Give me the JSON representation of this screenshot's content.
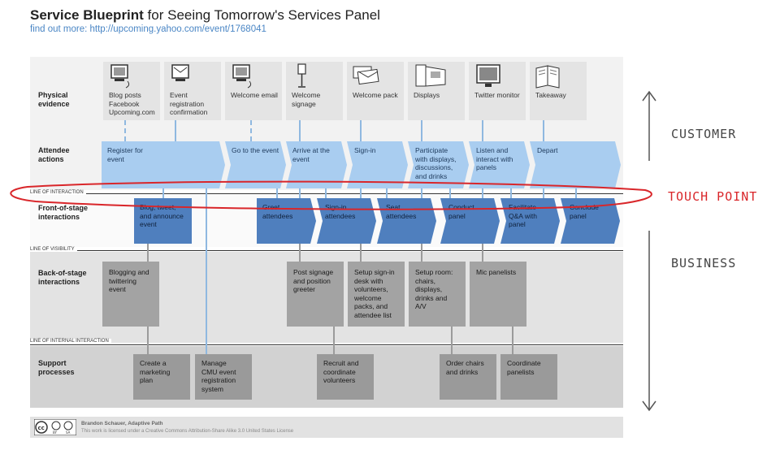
{
  "title_bold": "Service Blueprint",
  "title_rest": " for Seeing Tomorrow's Services Panel",
  "subtitle": "find out more: http://upcoming.yahoo.com/event/1768041",
  "row_labels": {
    "physical": "Physical\nevidence",
    "attendee": "Attendee\nactions",
    "front": "Front-of-stage\ninteractions",
    "back": "Back-of-stage\ninteractions",
    "support": "Support\nprocesses"
  },
  "lines": {
    "interaction": "LINE OF INTERACTION",
    "visibility": "LINE OF VISIBILITY",
    "internal": "LINE OF INTERNAL INTERACTION"
  },
  "physical_evidence": [
    {
      "text": "Blog posts\nFacebook\nUpcoming.com",
      "icon": "computer-icon"
    },
    {
      "text": "Event\nregistration\nconfirmation",
      "icon": "email-icon"
    },
    {
      "text": "Welcome email",
      "icon": "computer-icon"
    },
    {
      "text": "Welcome\nsignage",
      "icon": "signage-icon"
    },
    {
      "text": "Welcome pack",
      "icon": "envelopes-icon"
    },
    {
      "text": "Displays",
      "icon": "displays-icon"
    },
    {
      "text": "Twitter monitor",
      "icon": "monitor-icon"
    },
    {
      "text": "Takeaway",
      "icon": "book-icon"
    }
  ],
  "attendee_actions": [
    "Register for\nevent",
    "Go to the event",
    "Arrive at the\nevent",
    "Sign-in",
    "Participate\nwith displays,\ndiscussions,\nand drinks",
    "Listen and\ninteract with\npanels",
    "Depart"
  ],
  "front_stage": [
    "Blog, tweet,\nand announce\nevent",
    "Greet\nattendees",
    "Sign-in\nattendees",
    "Seat\nattendees",
    "Conduct\npanel",
    "Facilitate\nQ&A with\npanel",
    "Conclude\npanel"
  ],
  "back_stage": [
    "Blogging and\ntwittering\nevent",
    "Post signage\nand position\ngreeter",
    "Setup sign-in\ndesk with\nvolunteers,\nwelcome\npacks, and\nattendee list",
    "Setup room:\nchairs,\ndisplays,\ndrinks and\nA/V",
    "Mic panelists"
  ],
  "support": [
    "Create a\nmarketing\nplan",
    "Manage\nCMU event\nregistration\nsystem",
    "Recruit and\ncoordinate\nvolunteers",
    "Order chairs\nand drinks",
    "Coordinate\npanelists"
  ],
  "annotations": {
    "customer": "CUSTOMER",
    "touch_point": "TOUCH POINT",
    "business": "BUSINESS"
  },
  "footer": {
    "author": "Brandon Schauer, Adaptive Path",
    "license": "This work is licensed under a Creative Commons Attribution-Share Alike 3.0 United States License",
    "cc_by": "BY",
    "cc_sa": "SA"
  },
  "colors": {
    "attendee": "#a9cdf0",
    "front": "#4f7fbe",
    "back": "#a3a3a3",
    "support": "#9a9a9a",
    "physical": "#e4e4e4",
    "touch_point_ellipse": "#d9262a"
  }
}
